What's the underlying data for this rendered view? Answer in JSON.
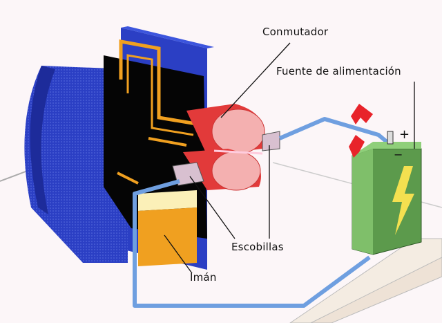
{
  "labels": {
    "commutator": "Conmutador",
    "power_supply": "Fuente de alimentación",
    "brushes": "Escobillas",
    "magnet": "Imán",
    "positive": "+",
    "negative": "−"
  },
  "colors": {
    "magnet_blue": "#2b3fc4",
    "coil_orange": "#f0a020",
    "commutator_red": "#e23a3a",
    "wire_blue": "#6f9fe0",
    "battery_green": "#5c9a4c",
    "bolt_yellow": "#f4e050",
    "arrow_red": "#e8232a"
  }
}
